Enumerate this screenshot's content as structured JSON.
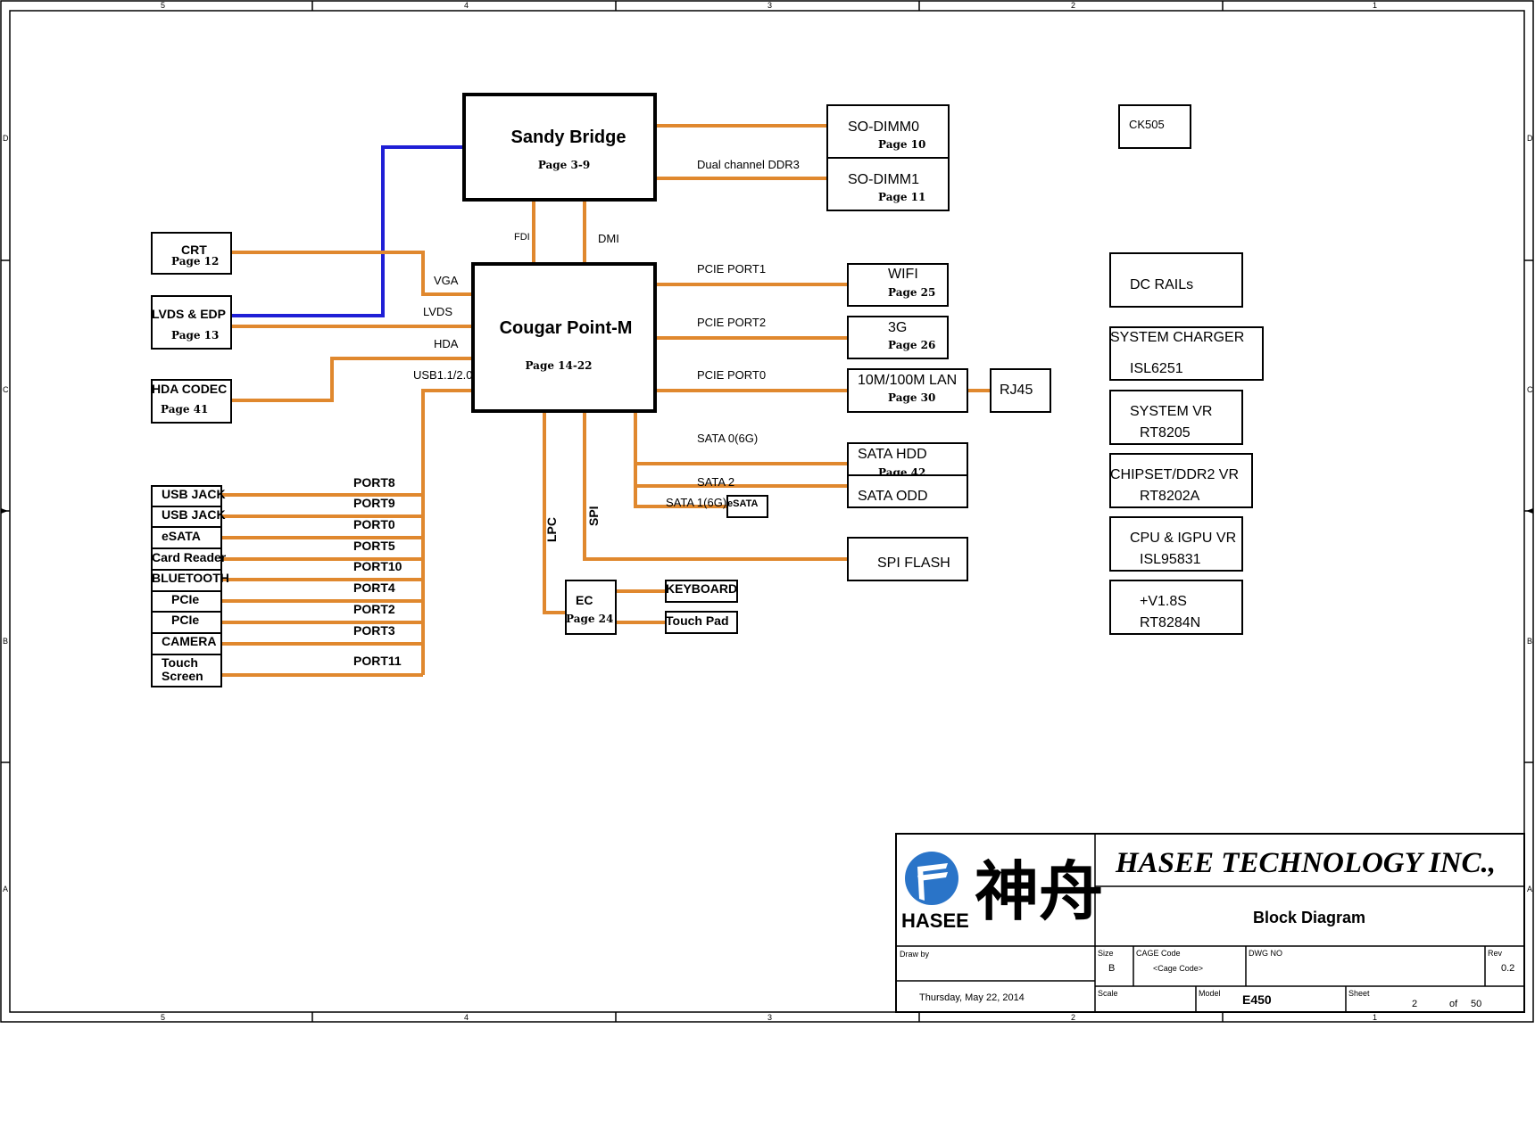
{
  "frame": {
    "col_markers": [
      "5",
      "4",
      "3",
      "2",
      "1"
    ],
    "row_markers": [
      "D",
      "C",
      "B",
      "A"
    ]
  },
  "cpu": {
    "name": "Sandy Bridge",
    "page": "Page 3-9"
  },
  "pch": {
    "name": "Cougar Point-M",
    "page": "Page 14-22"
  },
  "links": {
    "fdi": "FDI",
    "dmi": "DMI",
    "lpc": "LPC",
    "spi": "SPI",
    "ddr": "Dual channel DDR3"
  },
  "memory": [
    {
      "name": "SO-DIMM0",
      "page": "Page 10"
    },
    {
      "name": "SO-DIMM1",
      "page": "Page 11"
    }
  ],
  "clock": {
    "name": "CK505"
  },
  "displays": {
    "crt": {
      "name": "CRT",
      "page": "Page 12"
    },
    "lvds": {
      "name": "LVDS & EDP",
      "page": "Page 13"
    },
    "hda": {
      "name": "HDA CODEC",
      "page": "Page 41"
    }
  },
  "pch_left_labels": {
    "vga": "VGA",
    "lvds": "LVDS",
    "hda": "HDA",
    "usb": "USB1.1/2.0"
  },
  "usb_devices": [
    {
      "name": "USB JACK",
      "port": "PORT8"
    },
    {
      "name": "USB JACK",
      "port": "PORT9"
    },
    {
      "name": "eSATA",
      "port": "PORT0"
    },
    {
      "name": "Card Reader",
      "port": "PORT5"
    },
    {
      "name": "BLUETOOTH",
      "port": "PORT10"
    },
    {
      "name": "PCIe",
      "port": "PORT4"
    },
    {
      "name": "PCIe",
      "port": "PORT2"
    },
    {
      "name": "CAMERA",
      "port": "PORT3"
    },
    {
      "name": "Touch Screen",
      "name_line1": "Touch",
      "name_line2": "Screen",
      "port": "PORT11"
    }
  ],
  "pcie": [
    {
      "signal": "PCIE PORT1",
      "name": "WIFI",
      "page": "Page 25"
    },
    {
      "signal": "PCIE PORT2",
      "name": "3G",
      "page": "Page 26"
    },
    {
      "signal": "PCIE PORT0",
      "name": "10M/100M LAN",
      "page": "Page 30"
    }
  ],
  "rj45": "RJ45",
  "sata": {
    "sata0_label": "SATA 0(6G)",
    "sata2_label": "SATA 2",
    "sata1_label": "SATA 1(6G)",
    "hdd": "SATA HDD",
    "hdd_page": "Page 42",
    "odd": "SATA ODD",
    "esata": "eSATA"
  },
  "spi_flash": "SPI FLASH",
  "ec": {
    "name": "EC",
    "page": "Page 24",
    "keyboard": "KEYBOARD",
    "touchpad": "Touch Pad"
  },
  "power": {
    "dc_rails": "DC RAILs",
    "charger_title": "SYSTEM CHARGER",
    "charger_part": "ISL6251",
    "sysvr_title": "SYSTEM VR",
    "sysvr_part": "RT8205",
    "chipvr_title": "CHIPSET/DDR2 VR",
    "chipvr_part": "RT8202A",
    "cpuvr_title": "CPU & IGPU VR",
    "cpuvr_part": "ISL95831",
    "v18_title": "+V1.8S",
    "v18_part": "RT8284N"
  },
  "title_block": {
    "logo_text": "HASEE",
    "logo_cn": "神舟",
    "company": "HASEE TECHNOLOGY INC.,",
    "title": "Block Diagram",
    "draw_by_label": "Draw by",
    "date": "Thursday, May 22, 2014",
    "size_label": "Size",
    "size": "B",
    "cage_label": "CAGE Code",
    "cage": "<Cage Code>",
    "dwg_label": "DWG NO",
    "rev_label": "Rev",
    "rev": "0.2",
    "scale_label": "Scale",
    "model_label": "Model",
    "model": "E450",
    "sheet_label": "Sheet",
    "sheet": "2",
    "of": "of",
    "total": "50"
  },
  "colors": {
    "bus": "#e0882e",
    "lvds_edp_link": "#1f1fd6",
    "logo": "#2a74c8"
  }
}
